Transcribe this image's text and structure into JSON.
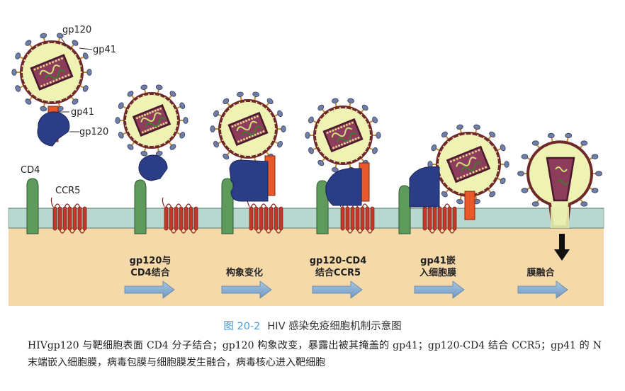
{
  "labels": {
    "top_gp120": "gp120",
    "top_gp41": "gp41",
    "mid_gp41": "gp41",
    "mid_gp120": "gp120",
    "cd4": "CD4",
    "ccr5": "CCR5"
  },
  "steps": [
    {
      "line1": "gp120与",
      "line2": "CD4结合"
    },
    {
      "line1": "构象变化",
      "line2": ""
    },
    {
      "line1": "gp120-CD4",
      "line2": "结合CCR5"
    },
    {
      "line1": "gp41嵌",
      "line2": "入细胞膜"
    },
    {
      "line1": "膜融合",
      "line2": ""
    }
  ],
  "caption": {
    "figure_no": "图 20-2",
    "title": "HIV 感染免疫细胞机制示意图",
    "text": "HIVgp120 与靶细胞表面 CD4 分子结合；gp120 构象改变，暴露出被其掩盖的 gp41；gp120-CD4 结合 CCR5；gp41 的 N 末端嵌入细胞膜，病毒包膜与细胞膜发生融合，病毒核心进入靶细胞"
  },
  "colors": {
    "cytoplasm": "#f6d9a9",
    "membrane": "#b7d7cf",
    "virus_fill": "#eef3b4",
    "virus_ring": "#6e2a2a",
    "capsid": "#8d3d5b",
    "cd4": "#5d9a5c",
    "ccr5": "#c0392b",
    "gp41": "#e8582a",
    "gp120": "#2b3d86",
    "arrow": "#7fa7cb",
    "figure_label": "#4a9ad8"
  }
}
